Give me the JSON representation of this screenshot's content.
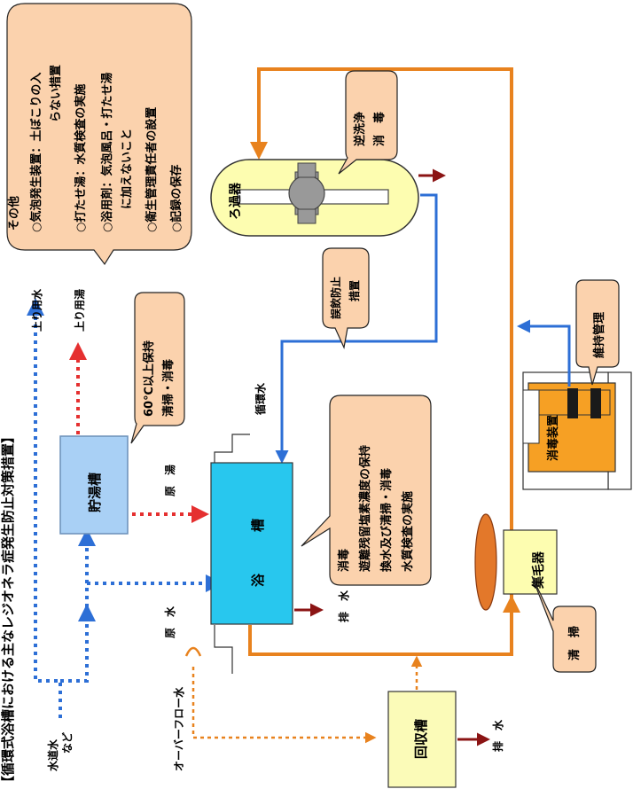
{
  "title": "【循環式浴槽における主なレジオネラ症発生防止対策措置】",
  "memo": {
    "heading": "その他",
    "items": [
      "○気泡発生装置：土ぼこりの入",
      "らない措置",
      "○打たせ湯：水質検査の実施",
      "○浴用剤：気泡風呂・打たせ湯",
      "に加えないこと",
      "○衛生管理責任者の設置",
      "○記録の保存"
    ]
  },
  "filter": {
    "label": "ろ過器",
    "callout": [
      "逆洗浄",
      "消　毒"
    ]
  },
  "backflow_callout": [
    "誤飲防止",
    "措置"
  ],
  "storage_tank": {
    "label": "貯湯槽",
    "callout": [
      "60℃以上保持",
      "清掃・消毒"
    ]
  },
  "bath": {
    "label_1": "浴",
    "label_2": "槽",
    "callout": [
      "消毒",
      "遊離残留塩素濃度の保持",
      "換水及び清掃・消毒",
      "水質検査の実施"
    ]
  },
  "hair_catcher": {
    "label": "集毛器",
    "callout": "清　掃"
  },
  "disinfection_unit": {
    "label": "消毒装置",
    "callout": "維持管理"
  },
  "recovery_tank": {
    "label": "回収槽"
  },
  "labels": {
    "agari_water": "上り用水",
    "agari_hot": "上り用湯",
    "raw_hot": "原　湯",
    "raw_water": "原　水",
    "drain_bath": "排　水",
    "drain_recovery": "排　水",
    "circulation": "循環水",
    "overflow": "オーバーフロー水",
    "tap_water": "水道水",
    "tap_water_2": "など"
  },
  "colors": {
    "orange": "#e8821e",
    "blue": "#2d6fd6",
    "red": "#e53030",
    "dark_red": "#8b1414",
    "callout_fill": "#fbd2ad",
    "filter_fill": "#fdfdb0",
    "bath_fill": "#28c7ee",
    "storage_fill": "#a9d0f5",
    "recovery_fill": "#fbfbb8",
    "unit_orange": "#f6a024"
  }
}
